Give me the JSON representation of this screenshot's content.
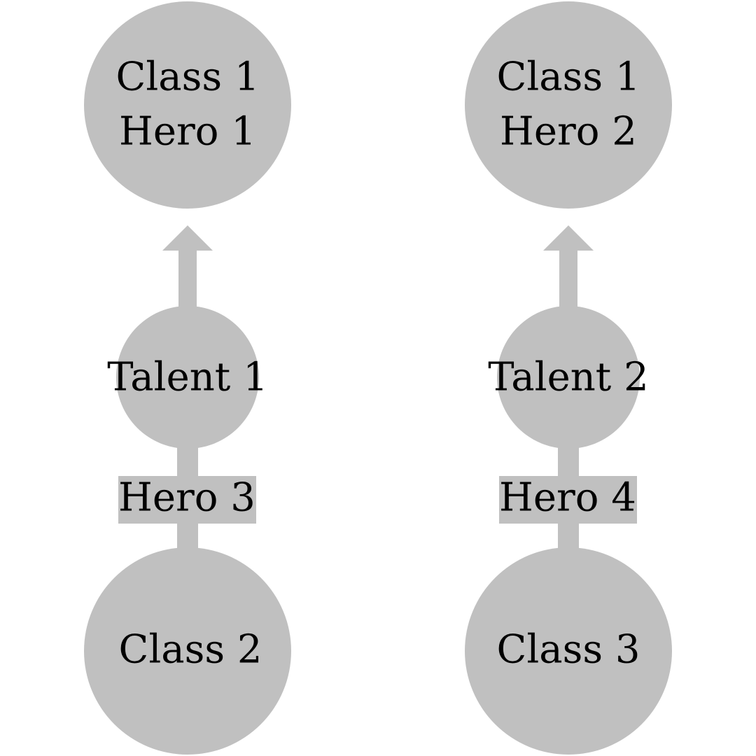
{
  "colors": {
    "node_fill": "#c0c0c0",
    "text": "#000000",
    "background": "#ffffff"
  },
  "left_column": {
    "top_node": {
      "line1": "Class 1",
      "line2": "Hero 1"
    },
    "middle_node": {
      "label": "Talent 1"
    },
    "edge_label": {
      "label": "Hero 3"
    },
    "bottom_node": {
      "label": "Class 2"
    }
  },
  "right_column": {
    "top_node": {
      "line1": "Class 1",
      "line2": "Hero 2"
    },
    "middle_node": {
      "label": "Talent 2"
    },
    "edge_label": {
      "label": "Hero 4"
    },
    "bottom_node": {
      "label": "Class 3"
    }
  }
}
